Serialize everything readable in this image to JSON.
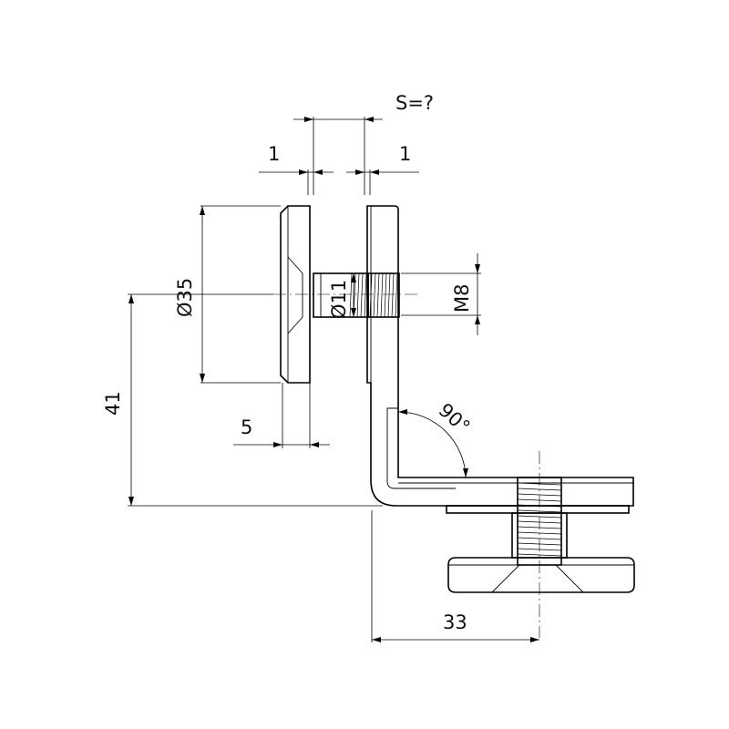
{
  "dimensions": {
    "gap": "S=?",
    "left_wall": "1",
    "right_wall": "1",
    "disc_diameter": "Ø35",
    "bolt_diameter": "Ø11",
    "thread": "M8",
    "disc_thickness": "5",
    "height": "41",
    "angle": "90°",
    "offset": "33"
  },
  "colors": {
    "line": "#000000",
    "background": "#ffffff"
  }
}
